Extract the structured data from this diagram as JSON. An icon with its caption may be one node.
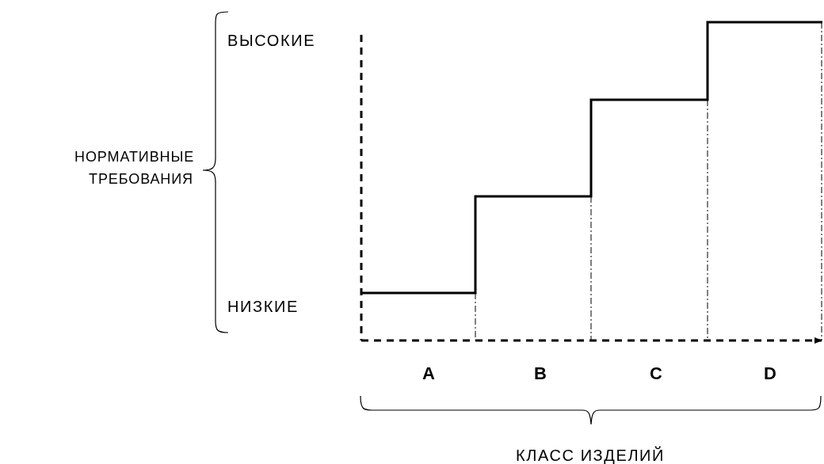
{
  "diagram": {
    "labels": [
      "ВЫСОКИЕ",
      "НОРМАТИВНЫЕ ТРЕБОВАНИЯ",
      "НИЗКИЕ",
      "A",
      "B",
      "C",
      "D",
      "КЛАСС ИЗДЕЛИЙ"
    ]
  }
}
